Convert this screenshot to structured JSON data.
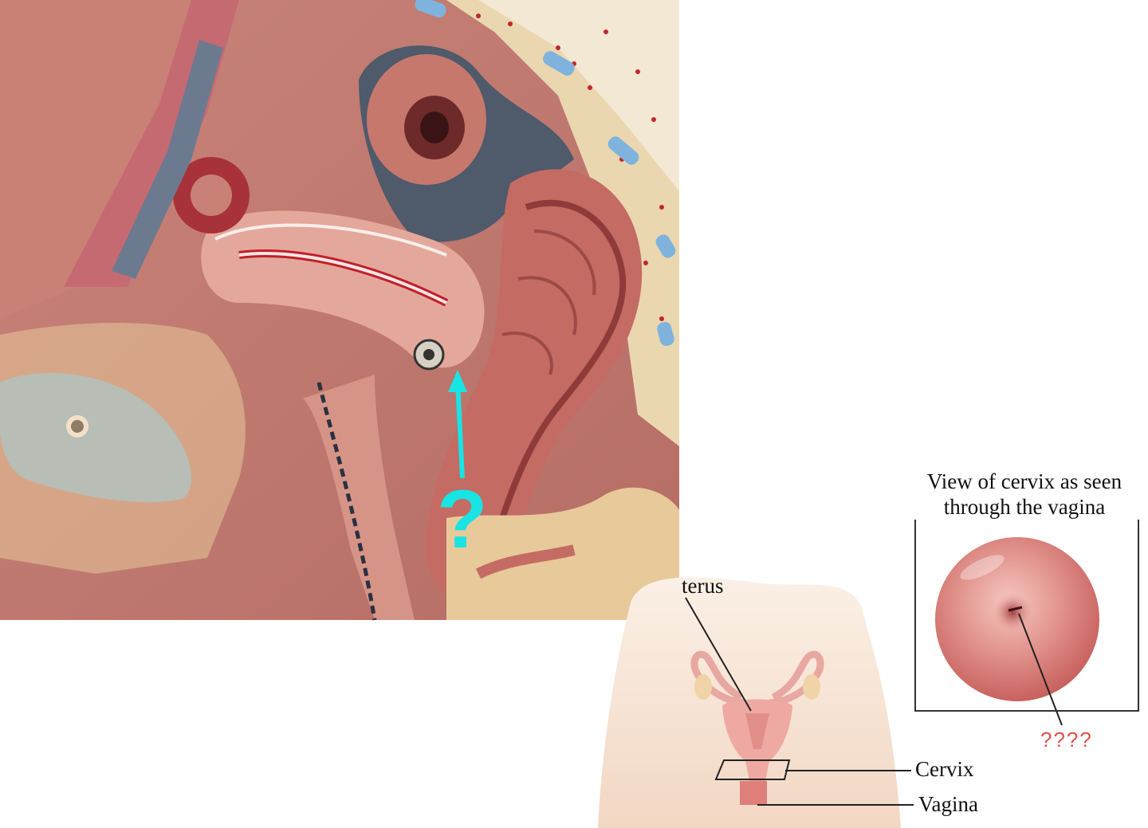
{
  "model_photo": {
    "question_mark": "?",
    "arrow_color": "#19e4e4"
  },
  "illustration": {
    "labels": {
      "uterus": "terus",
      "cervix": "Cervix",
      "vagina": "Vagina"
    },
    "inset": {
      "title_line1": "View of cervix as seen",
      "title_line2": "through the vagina",
      "unknown_label": "????"
    }
  },
  "colors": {
    "arrow": "#19e4e4",
    "unknown_label": "#e0504c",
    "cervix_face": "#d9837e",
    "bladder": "#7fb0d8"
  }
}
